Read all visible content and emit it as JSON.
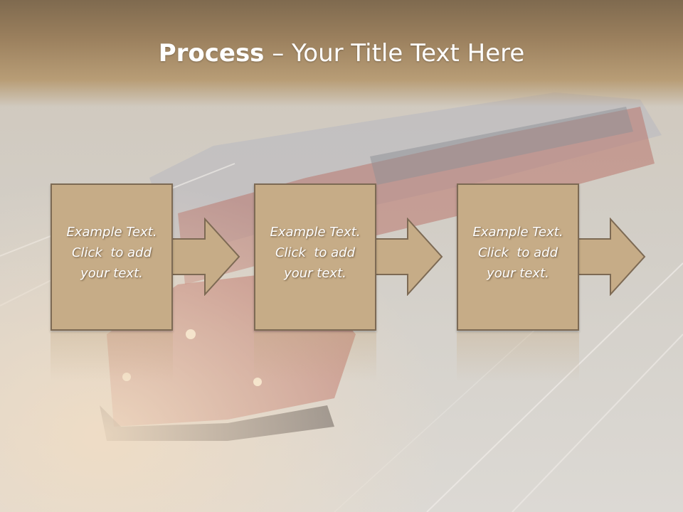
{
  "slide": {
    "title_bold": "Process",
    "title_rest": " – Your Title Text Here"
  },
  "steps": [
    {
      "line1": "Example Text.",
      "line2": "Click  to add",
      "line3": "your text."
    },
    {
      "line1": "Example Text.",
      "line2": "Click  to add",
      "line3": "your text."
    },
    {
      "line1": "Example Text.",
      "line2": "Click  to add",
      "line3": "your text."
    }
  ],
  "colors": {
    "title_band": "#9a7f5d",
    "step_fill": "#c6ac87",
    "step_border": "#7d6a54",
    "train_red": "#b0584f"
  }
}
